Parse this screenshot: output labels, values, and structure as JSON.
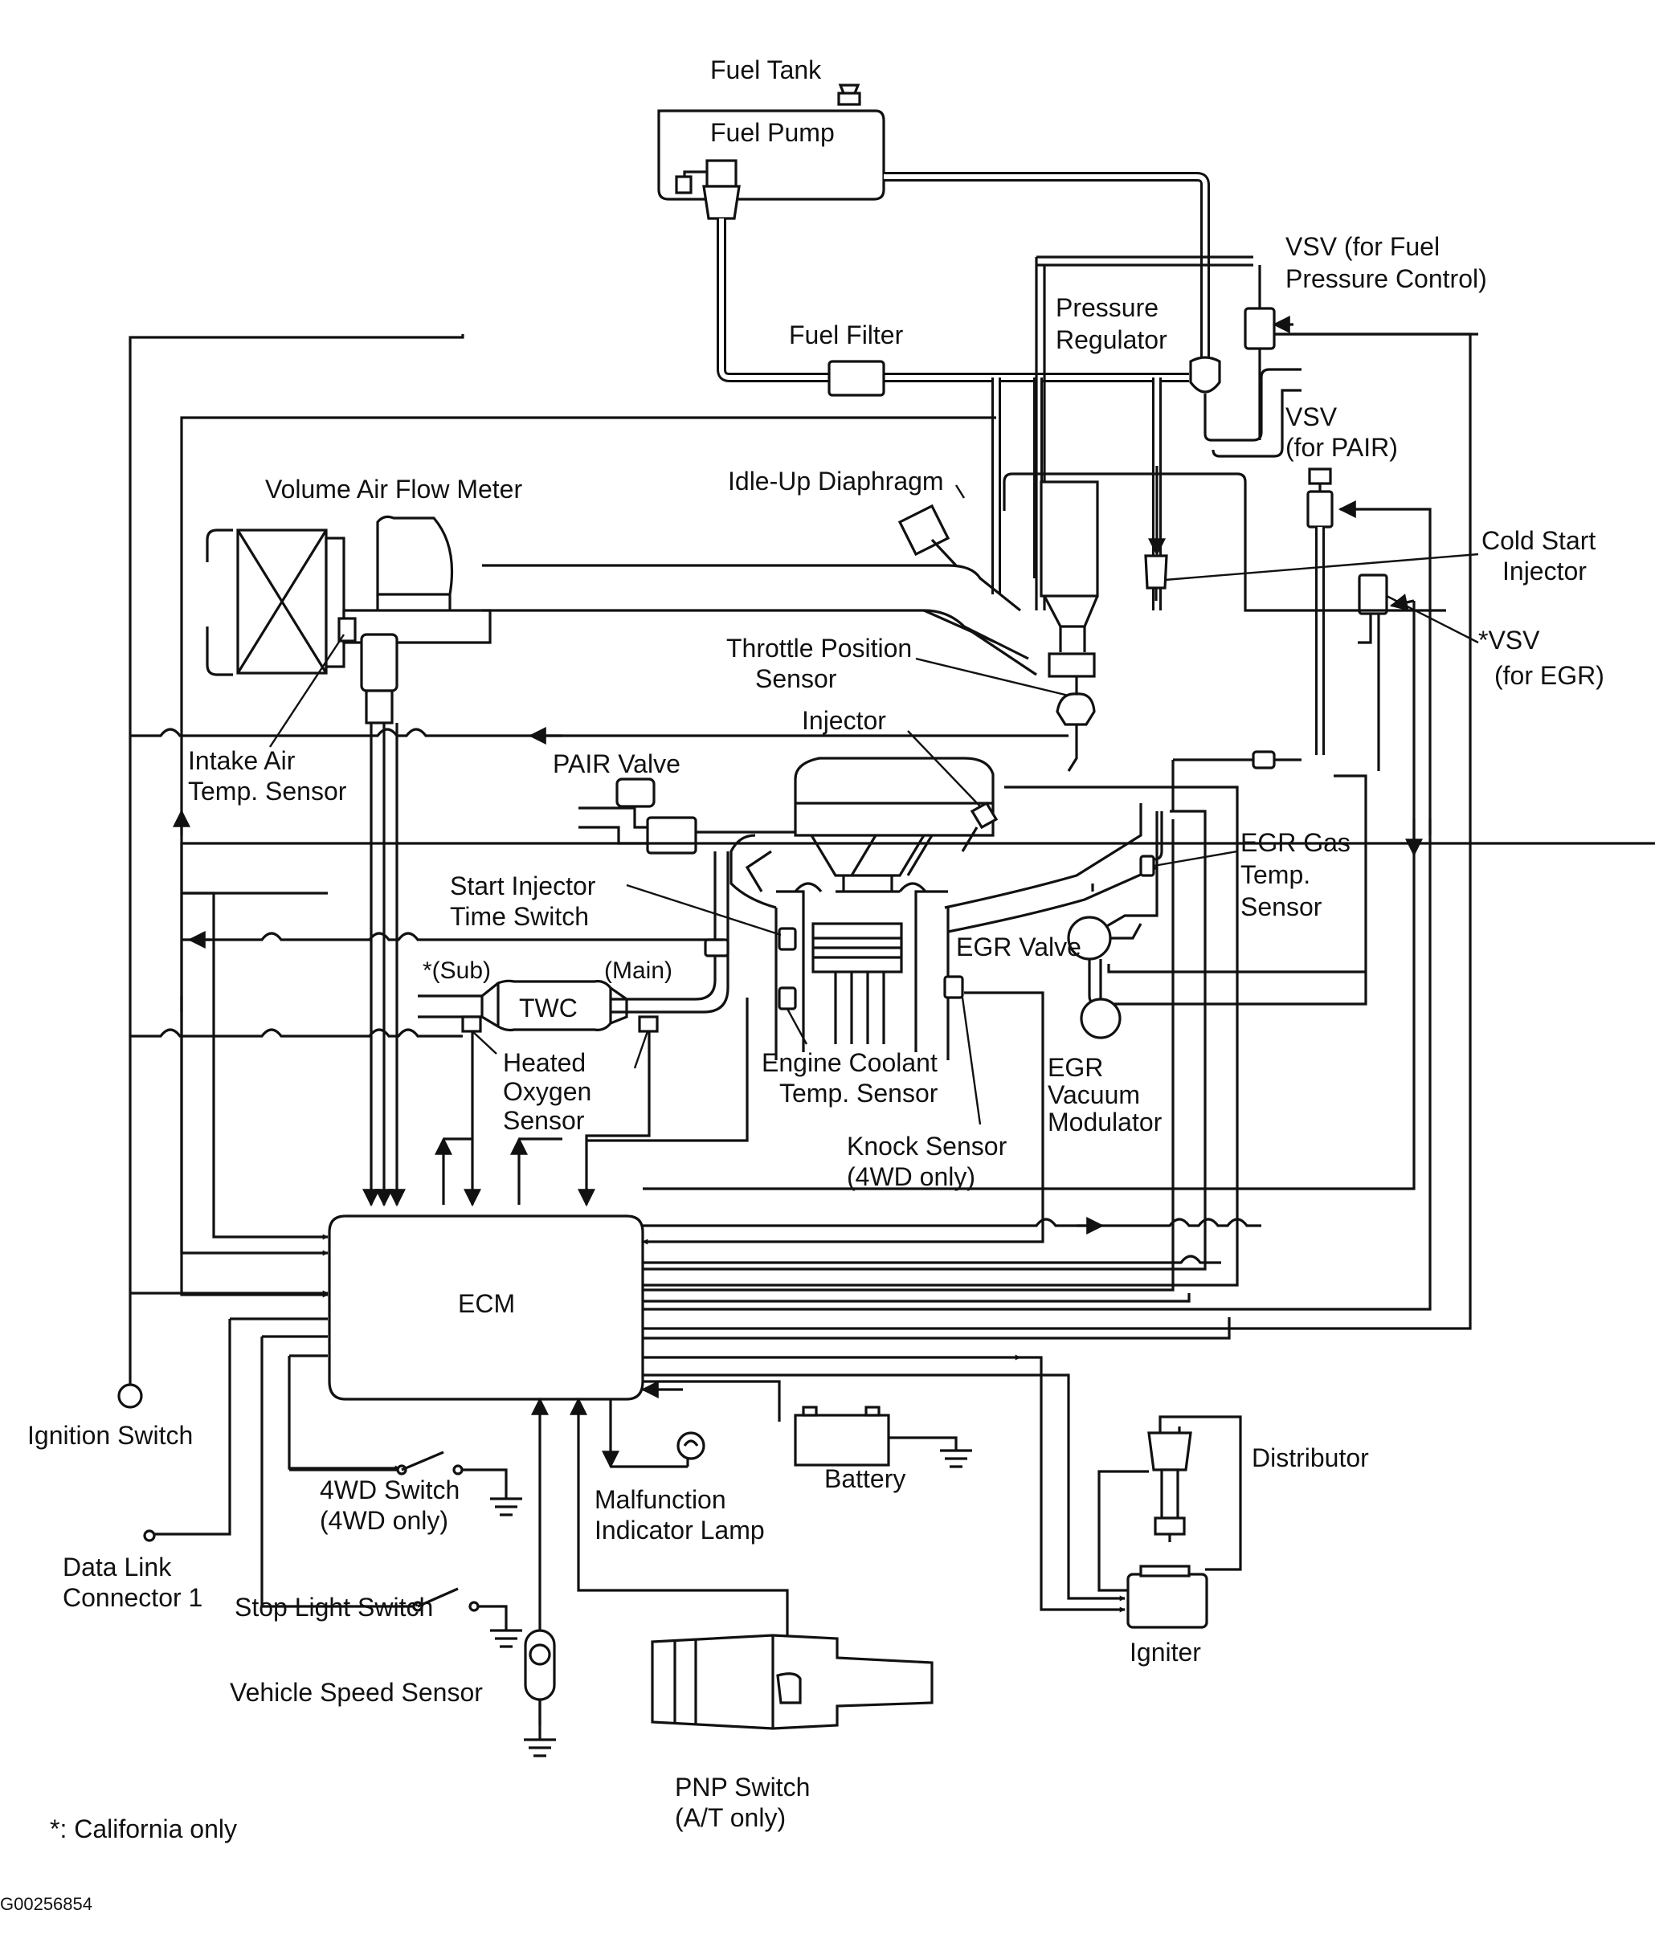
{
  "labels": {
    "fuel_tank": "Fuel Tank",
    "fuel_pump": "Fuel Pump",
    "vsv_fuel_1": "VSV (for Fuel",
    "vsv_fuel_2": "Pressure Control)",
    "pressure_reg_1": "Pressure",
    "pressure_reg_2": "Regulator",
    "fuel_filter": "Fuel Filter",
    "vsv_pair_1": "VSV",
    "vsv_pair_2": "(for PAIR)",
    "vafm": "Volume Air Flow Meter",
    "idle_up": "Idle-Up Diaphragm",
    "cold_start_1": "Cold Start",
    "cold_start_2": "Injector",
    "tps_1": "Throttle Position",
    "tps_2": "Sensor",
    "vsv_egr_1": "*VSV",
    "vsv_egr_2": "(for EGR)",
    "injector": "Injector",
    "intake_air_1": "Intake Air",
    "intake_air_2": "Temp. Sensor",
    "pair_valve": "PAIR Valve",
    "egr_gas_1": "EGR Gas",
    "egr_gas_2": "Temp.",
    "egr_gas_3": "Sensor",
    "start_inj_1": "Start Injector",
    "start_inj_2": "Time Switch",
    "egr_valve": "EGR Valve",
    "sub": "*(Sub)",
    "main": "(Main)",
    "twc": "TWC",
    "heated_o2_1": "Heated",
    "heated_o2_2": "Oxygen",
    "heated_o2_3": "Sensor",
    "coolant_1": "Engine Coolant",
    "coolant_2": "Temp. Sensor",
    "egr_vac_1": "EGR",
    "egr_vac_2": "Vacuum",
    "egr_vac_3": "Modulator",
    "knock_1": "Knock Sensor",
    "knock_2": "(4WD only)",
    "ecm": "ECM",
    "ignition": "Ignition Switch",
    "sw4wd_1": "4WD Switch",
    "sw4wd_2": "(4WD only)",
    "mil_1": "Malfunction",
    "mil_2": "Indicator Lamp",
    "battery": "Battery",
    "distributor": "Distributor",
    "dlc_1": "Data Link",
    "dlc_2": "Connector 1",
    "stop_light": "Stop Light Switch",
    "igniter": "Igniter",
    "vss": "Vehicle Speed Sensor",
    "pnp_1": "PNP Switch",
    "pnp_2": "(A/T only)",
    "footnote": "*: California only",
    "figure_id": "G00256854"
  }
}
